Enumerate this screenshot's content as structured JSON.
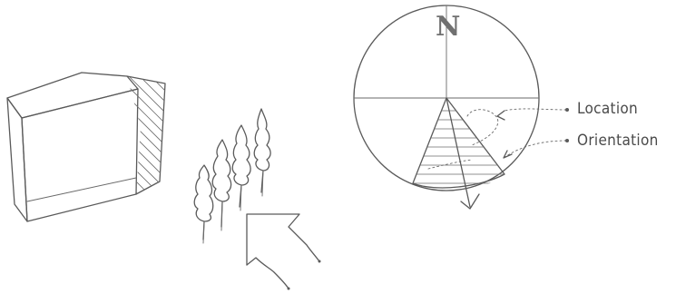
{
  "compass": {
    "north_label": "N"
  },
  "labels": {
    "location": "Location",
    "orientation": "Orientation"
  },
  "colors": {
    "ink": "#5a5a5a",
    "paper": "#ffffff"
  },
  "icons": [
    "compass-circle",
    "sun-wedge",
    "direction-arrow",
    "building-cube",
    "conifer-trees",
    "wind-arrow"
  ]
}
